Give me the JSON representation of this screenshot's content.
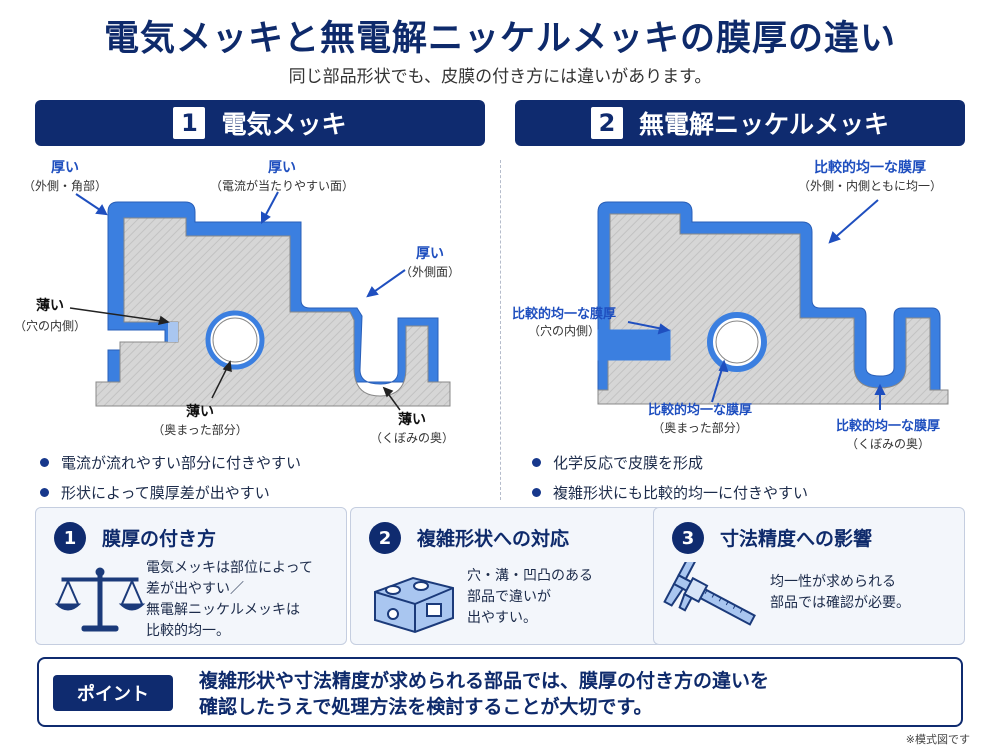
{
  "header": {
    "title": "電気メッキと無電解ニッケルメッキの膜厚の違い",
    "subtitle": "同じ部品形状でも、皮膜の付き方には違いがあります。"
  },
  "left": {
    "number": "1",
    "heading": "電気メッキ",
    "labels": {
      "thick_corner": "厚い",
      "thick_corner_sub": "（外側・角部）",
      "thick_face": "厚い",
      "thick_face_sub": "（電流が当たりやすい面）",
      "thick_outer": "厚い",
      "thick_outer_sub": "（外側面）",
      "thin_hole": "薄い",
      "thin_hole_sub": "（穴の内側）",
      "thin_recess": "薄い",
      "thin_recess_sub": "（奥まった部分）",
      "thin_groove": "薄い",
      "thin_groove_sub": "（くぼみの奥）"
    },
    "bullets": [
      "電流が流れやすい部分に付きやすい",
      "形状によって膜厚差が出やすい"
    ]
  },
  "right": {
    "number": "2",
    "heading": "無電解ニッケルメッキ",
    "labels": {
      "uniform_outer": "比較的均一な膜厚",
      "uniform_outer_sub": "（外側・内側ともに均一）",
      "uniform_hole": "比較的均一な膜厚",
      "uniform_hole_sub": "（穴の内側）",
      "uniform_recess": "比較的均一な膜厚",
      "uniform_recess_sub": "（奥まった部分）",
      "uniform_groove": "比較的均一な膜厚",
      "uniform_groove_sub": "（くぼみの奥）"
    },
    "bullets": [
      "化学反応で皮膜を形成",
      "複雑形状にも比較的均一に付きやすい"
    ]
  },
  "cards": [
    {
      "number": "1",
      "title": "膜厚の付き方",
      "lines": [
        "電気メッキは部位によって",
        "差が出やすい／",
        "無電解ニッケルメッキは",
        "比較的均一。"
      ],
      "icon": "balance-scale-icon"
    },
    {
      "number": "2",
      "title": "複雑形状への対応",
      "lines": [
        "穴・溝・凹凸のある",
        "部品で違いが",
        "出やすい。"
      ],
      "icon": "machined-block-icon"
    },
    {
      "number": "3",
      "title": "寸法精度への影響",
      "lines": [
        "均一性が求められる",
        "部品では確認が必要。"
      ],
      "icon": "caliper-icon"
    }
  ],
  "point": {
    "tag": "ポイント",
    "lines": [
      "複雑形状や寸法精度が求められる部品では、膜厚の付き方の違いを",
      "確認したうえで処理方法を検討することが大切です。"
    ]
  },
  "note": "※模式図です",
  "colors": {
    "navy": "#0f2b6f",
    "coating": "#3b7fe0",
    "base_metal": "#d8d8d8"
  }
}
